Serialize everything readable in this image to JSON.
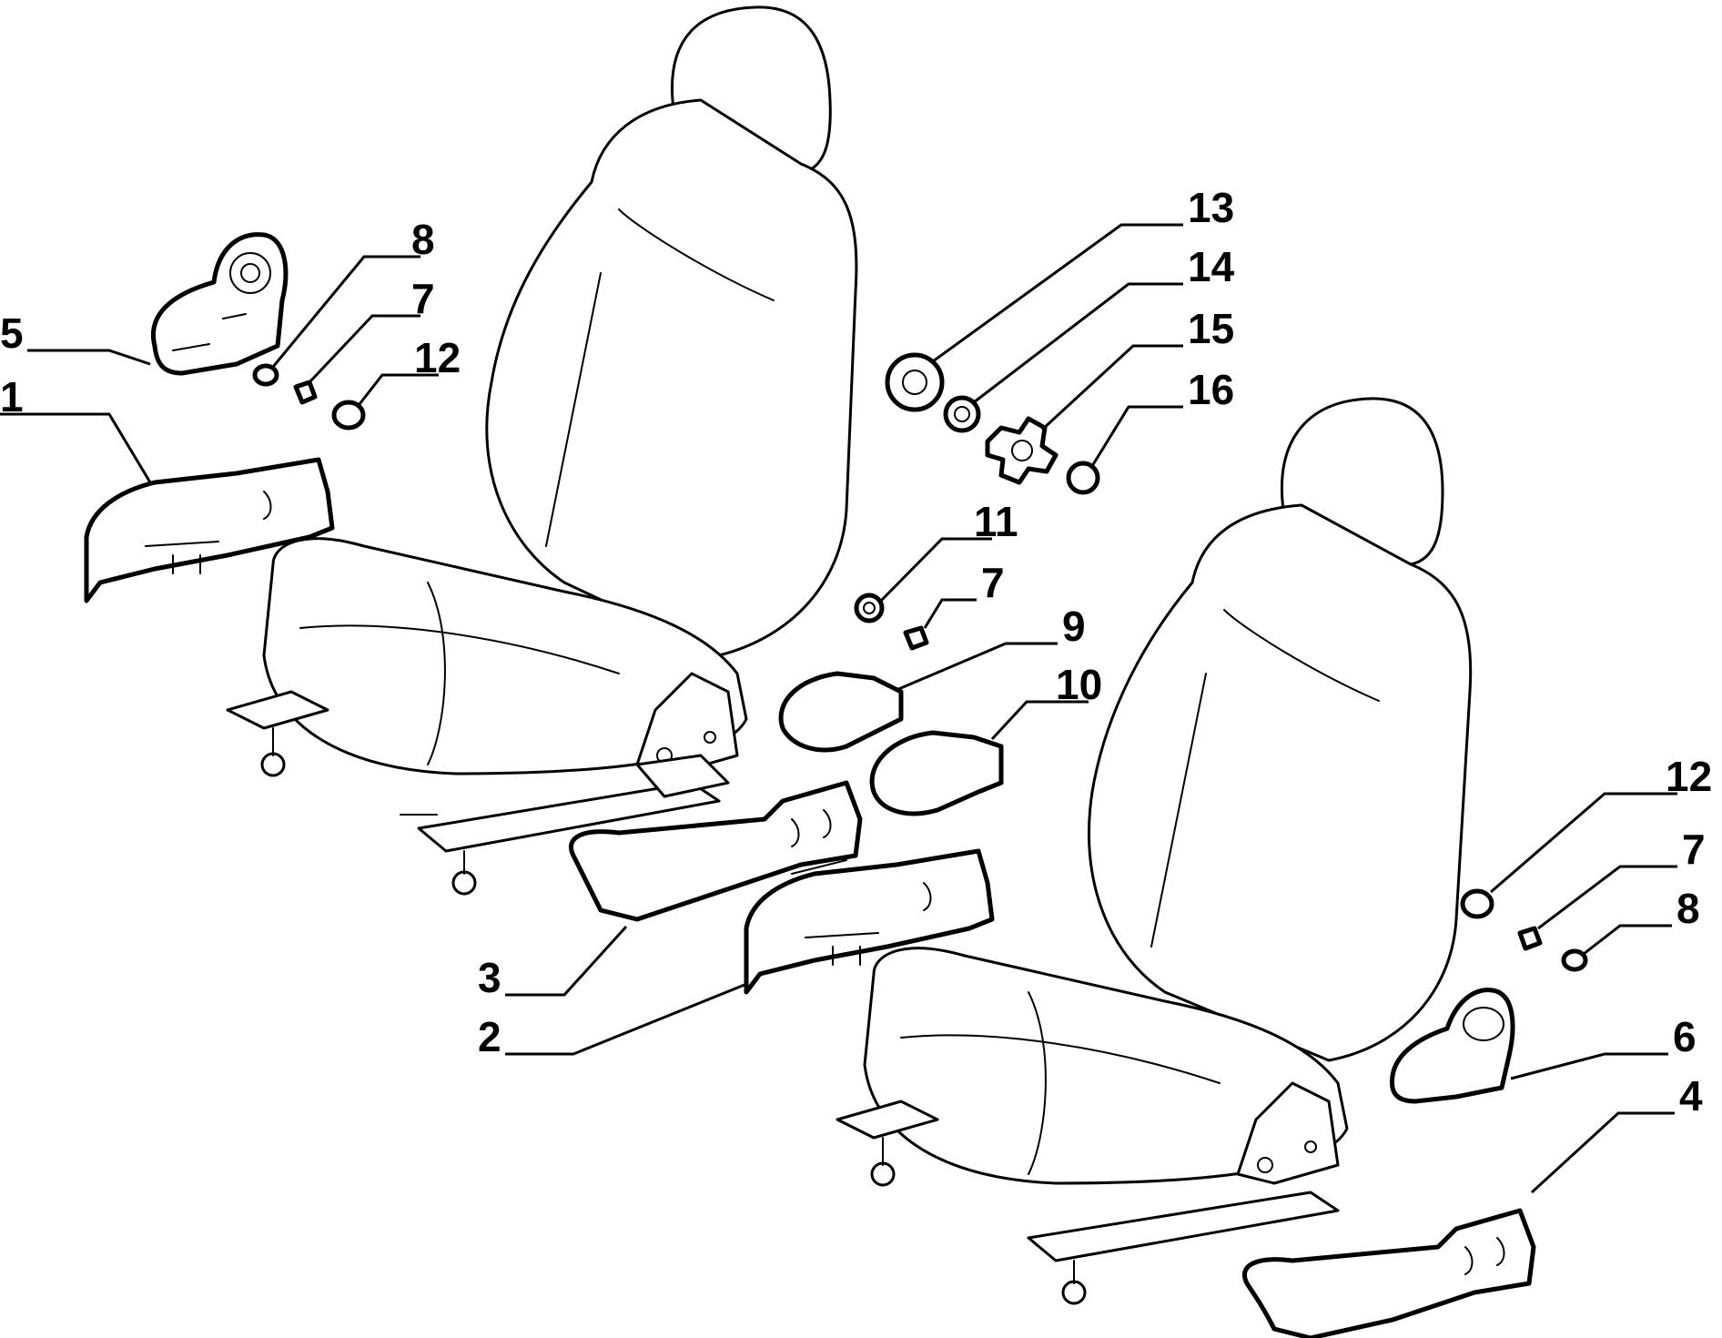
{
  "labels": {
    "l1": "1",
    "l2": "2",
    "l3": "3",
    "l4": "4",
    "l5": "5",
    "l6": "6",
    "l7a": "7",
    "l7b": "7",
    "l7c": "7",
    "l8a": "8",
    "l8b": "8",
    "l9": "9",
    "l10": "10",
    "l11": "11",
    "l12a": "12",
    "l12b": "12",
    "l13": "13",
    "l14": "14",
    "l15": "15",
    "l16": "16"
  },
  "colors": {
    "line": "#000000",
    "background": "#ffffff"
  }
}
